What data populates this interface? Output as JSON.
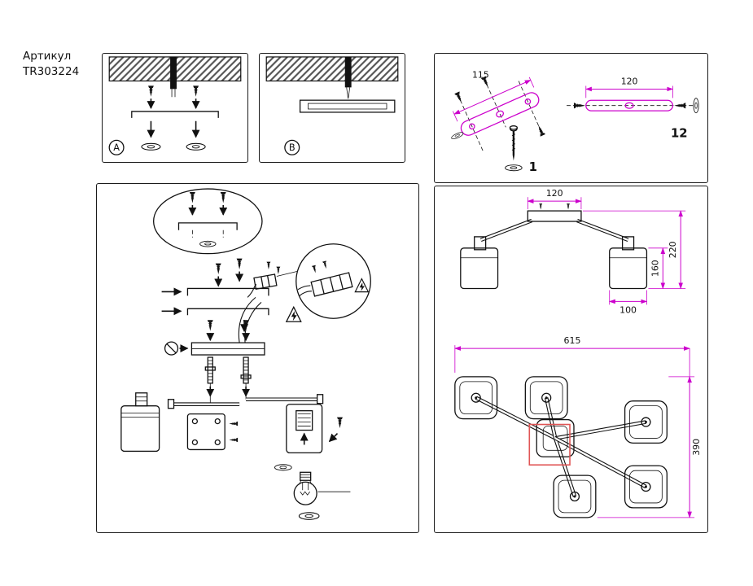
{
  "article": {
    "label": "Артикул",
    "number": "TR303224"
  },
  "mount_options": {
    "option_a_label": "A",
    "option_b_label": "B"
  },
  "hardware_panel": {
    "bracket_length_mm": "115",
    "bracket_qty": "1",
    "plate_length_mm": "120",
    "screws_qty": "12"
  },
  "side_view": {
    "canopy_width_mm": "120",
    "total_height_mm": "220",
    "shade_height_mm": "160",
    "shade_width_mm": "100"
  },
  "top_view": {
    "overall_width_mm": "615",
    "overall_depth_mm": "390"
  },
  "colors": {
    "line": "#1a1a1a",
    "dimension_line": "#cc00cc",
    "highlight_red": "#e05555",
    "background": "#ffffff"
  }
}
